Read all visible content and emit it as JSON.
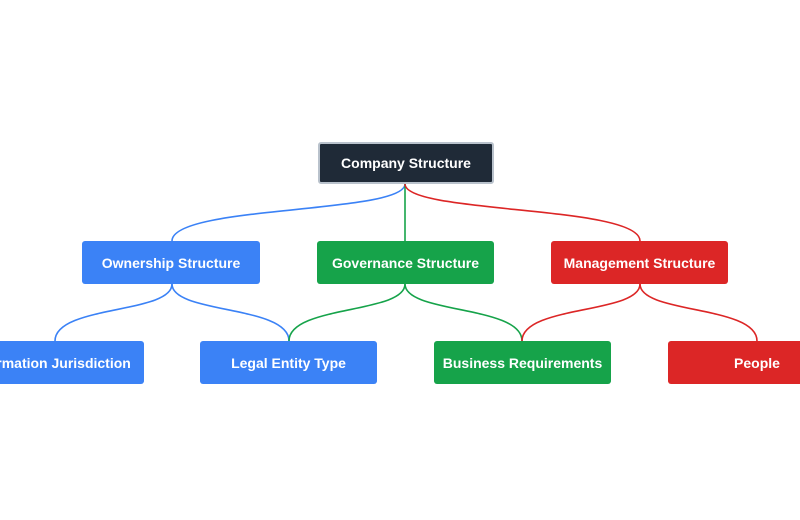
{
  "colors": {
    "root": "#1f2a37",
    "blue": "#3b82f6",
    "green": "#16a34a",
    "red": "#dc2626"
  },
  "diagram": {
    "root": {
      "label": "Company Structure",
      "color": "#1f2a37"
    },
    "level1": [
      {
        "label": "Ownership Structure",
        "color": "#3b82f6"
      },
      {
        "label": "Governance Structure",
        "color": "#16a34a"
      },
      {
        "label": "Management Structure",
        "color": "#dc2626"
      }
    ],
    "level2": [
      {
        "label": "Formation Jurisdiction",
        "color": "#3b82f6"
      },
      {
        "label": "Legal Entity Type",
        "color": "#3b82f6"
      },
      {
        "label": "Business Requirements",
        "color": "#16a34a"
      },
      {
        "label": "People",
        "color": "#dc2626"
      }
    ]
  }
}
